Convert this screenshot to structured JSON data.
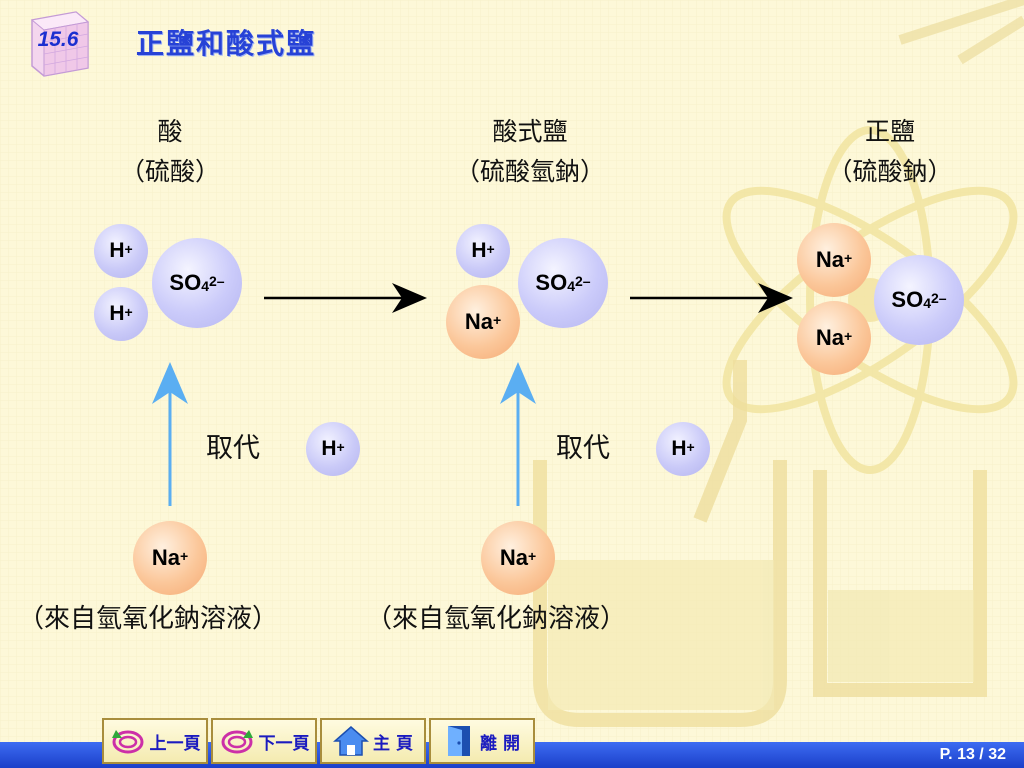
{
  "header": {
    "section_number": "15.6",
    "title": "正鹽和酸式鹽"
  },
  "columns": {
    "acid": {
      "name": "酸",
      "formula_name": "（硫酸）"
    },
    "acid_salt": {
      "name": "酸式鹽",
      "formula_name": "（硫酸氫鈉）"
    },
    "normal_salt": {
      "name": "正鹽",
      "formula_name": "（硫酸鈉）"
    }
  },
  "ions": {
    "h": "H",
    "h_charge": "+",
    "na": "Na",
    "na_charge": "+",
    "so": "SO",
    "so_sub": "4",
    "so_charge": "2–"
  },
  "replace_label": "取代",
  "source_label": "（來自氫氧化鈉溶液）",
  "nav": {
    "prev": "上一頁",
    "next": "下一頁",
    "home": "主 頁",
    "exit": "離 開"
  },
  "page_number": "P. 13 / 32",
  "colors": {
    "title": "#2742d6",
    "h_ion": "#c4c4f6",
    "na_ion": "#f9bf8e",
    "so4_ion": "#c4c4f6",
    "up_arrow": "#5aaef2"
  }
}
